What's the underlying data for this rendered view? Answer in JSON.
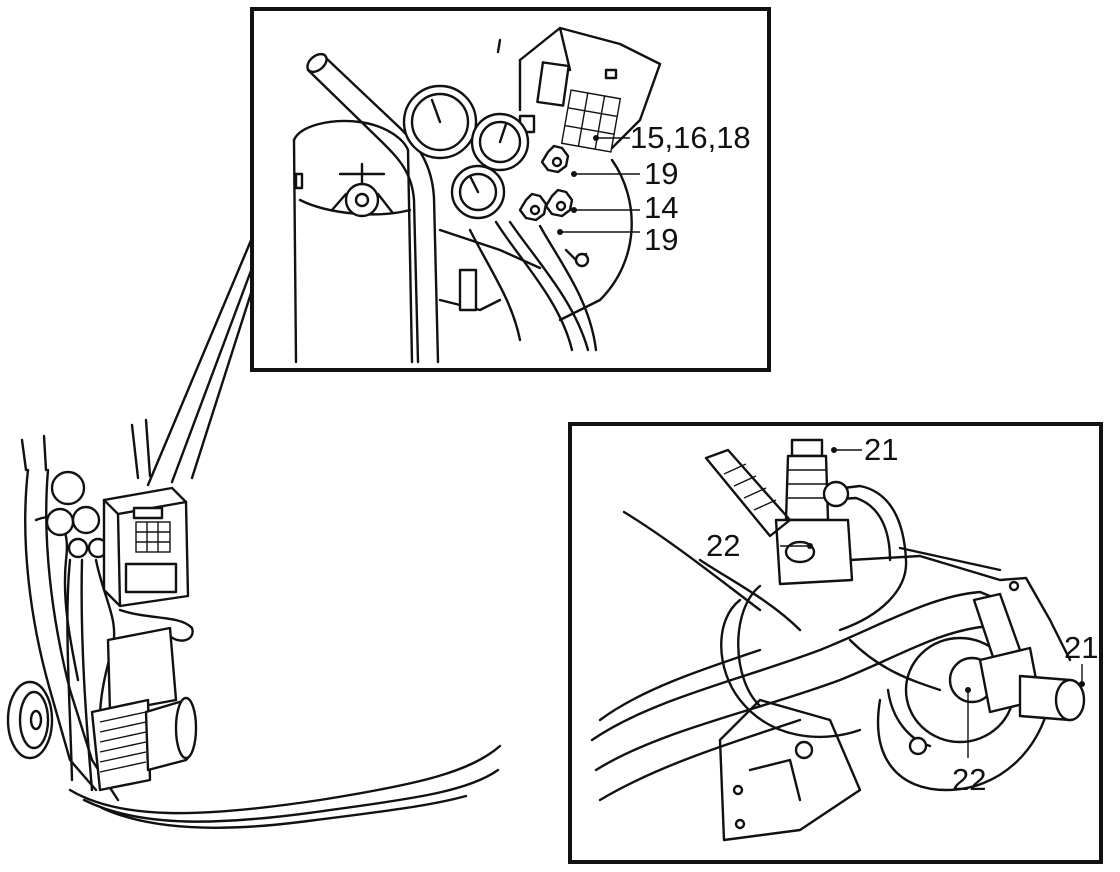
{
  "callouts": {
    "top": {
      "c1": "15,16,18",
      "c2": "19",
      "c3": "14",
      "c4": "19"
    },
    "bottom": {
      "c1": "21",
      "c2": "22",
      "c3": "21",
      "c4": "22"
    }
  }
}
